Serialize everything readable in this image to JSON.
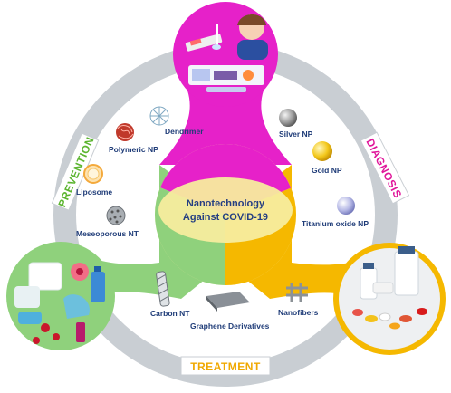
{
  "center": {
    "line1": "Nanotechnology",
    "line2": "Against COVID-19"
  },
  "sections": {
    "prevention": "PREVENTION",
    "diagnosis": "DIAGNOSIS",
    "treatment": "TREATMENT"
  },
  "nanomaterials": {
    "dendrimer": "Dendrimer",
    "polymeric_np": "Polymeric NP",
    "liposome": "Liposome",
    "mesoporous_nt": "Meseoporous NT",
    "silver_np": "Silver NP",
    "gold_np": "Gold NP",
    "titanium_oxide_np": "Titanium oxide NP",
    "carbon_nt": "Carbon NT",
    "graphene_derivatives": "Graphene Derivatives",
    "nanofibers": "Nanofibers"
  },
  "colors": {
    "ring": "#c9ced3",
    "diagnosis": "#e621c9",
    "prevention": "#8fd17c",
    "treatment": "#f5b800",
    "center": "#f5e9a0",
    "label_text": "#1f3c78",
    "prevention_text": "#5cb530",
    "diagnosis_text": "#e0169a",
    "treatment_text": "#f0a800"
  }
}
